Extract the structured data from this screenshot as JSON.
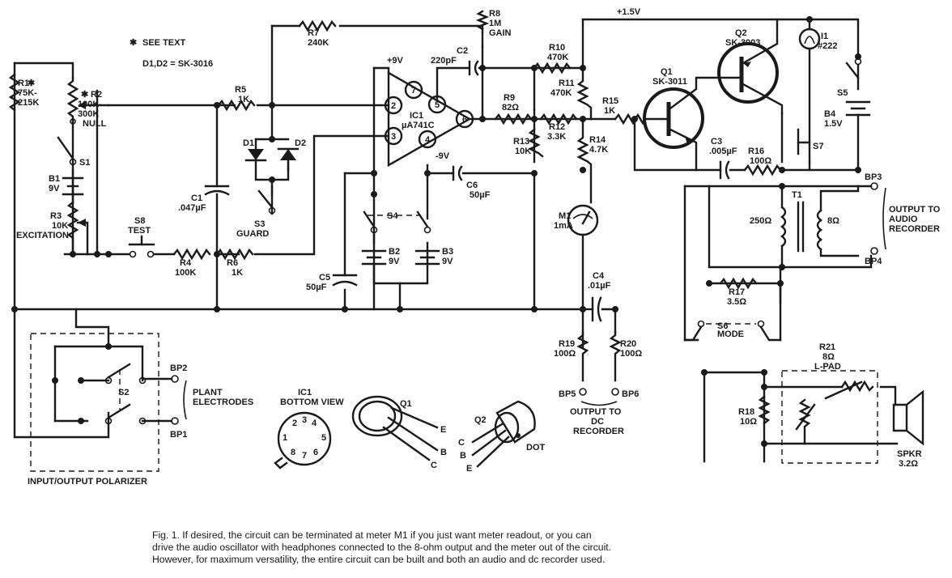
{
  "notes": {
    "see_text": "SEE TEXT",
    "diodes": "D1,D2 = SK-3016",
    "star": "✱"
  },
  "rail": {
    "plus15": "+1.5V"
  },
  "opamp": {
    "name1": "IC1",
    "name2": "µA741C",
    "plus9": "+9V",
    "minus9": "-9V",
    "pins": [
      "2",
      "3",
      "7",
      "5",
      "6",
      "4"
    ]
  },
  "parts": {
    "r1": [
      "R1",
      "75K-",
      "215K"
    ],
    "r2": [
      "R2",
      "100K-",
      "300K",
      "NULL"
    ],
    "r3": [
      "R3",
      "10K",
      "EXCITATION"
    ],
    "r4": [
      "R4",
      "100K"
    ],
    "r5": [
      "R5",
      "1K"
    ],
    "r6": [
      "R6",
      "1K"
    ],
    "r7": [
      "R7",
      "240K"
    ],
    "r8": [
      "R8",
      "1M",
      "GAIN"
    ],
    "r9": [
      "R9",
      "82Ω"
    ],
    "r10": [
      "R10",
      "470K"
    ],
    "r11": [
      "R11",
      "470K"
    ],
    "r12": [
      "R12",
      "3.3K"
    ],
    "r13": [
      "R13",
      "10K"
    ],
    "r14": [
      "R14",
      "4.7K"
    ],
    "r15": [
      "R15",
      "1K"
    ],
    "r16": [
      "R16",
      "100Ω"
    ],
    "r17": [
      "R17",
      "3.5Ω"
    ],
    "r18": [
      "R18",
      "10Ω"
    ],
    "r19": [
      "R19",
      "100Ω"
    ],
    "r20": [
      "R20",
      "100Ω"
    ],
    "r21": [
      "R21",
      "8Ω",
      "L-PAD"
    ],
    "c1": [
      "C1",
      ".047µF"
    ],
    "c2": [
      "C2",
      "220pF"
    ],
    "c3": [
      "C3",
      ".005µF"
    ],
    "c4": [
      "C4",
      ".01µF"
    ],
    "c5": [
      "C5",
      "50µF"
    ],
    "c6": [
      "C6",
      "50µF"
    ],
    "b1": [
      "B1",
      "9V"
    ],
    "b2": [
      "B2",
      "9V"
    ],
    "b3": [
      "B3",
      "9V"
    ],
    "b4": [
      "B4",
      "1.5V"
    ],
    "s1": "S1",
    "s2": "S2",
    "s3": [
      "S3",
      "GUARD"
    ],
    "s4": "S4",
    "s5": "S5",
    "s6": [
      "S6",
      "MODE"
    ],
    "s7": "S7",
    "s8": [
      "S8",
      "TEST"
    ],
    "d1": "D1",
    "d2": "D2",
    "m1": [
      "M1",
      "1mA"
    ],
    "q1": [
      "Q1",
      "SK-3011"
    ],
    "q2": [
      "Q2",
      "SK-3003"
    ],
    "i1": [
      "I1",
      "#222"
    ],
    "t1": "T1",
    "t1_pri": "250Ω",
    "t1_sec": "8Ω",
    "spkr": [
      "SPKR",
      "3.2Ω"
    ]
  },
  "terminals": {
    "bp1": "BP1",
    "bp2": "BP2",
    "bp3": "BP3",
    "bp4": "BP4",
    "bp5": "BP5",
    "bp6": "BP6",
    "plant": [
      "PLANT",
      "ELECTRODES"
    ],
    "audio_out": [
      "OUTPUT TO",
      "AUDIO",
      "RECORDER"
    ],
    "dc_out": [
      "OUTPUT TO",
      "DC",
      "RECORDER"
    ],
    "polarizer": "INPUT/OUTPUT POLARIZER"
  },
  "packages": {
    "ic1": [
      "IC1",
      "BOTTOM VIEW"
    ],
    "ic1_pins": [
      "1",
      "2",
      "3",
      "4",
      "5",
      "6",
      "7",
      "8"
    ],
    "q1": "Q1",
    "q2": "Q2",
    "leads": [
      "E",
      "B",
      "C"
    ],
    "dot": "DOT"
  },
  "caption": [
    "Fig. 1. If desired, the circuit can be terminated at meter M1 if you just want meter readout, or you can",
    "drive the audio oscillator with headphones connected to the 8-ohm output and the meter out of the circuit.",
    "However, for maximum versatility, the entire circuit can be built and both an audio and dc recorder used."
  ]
}
